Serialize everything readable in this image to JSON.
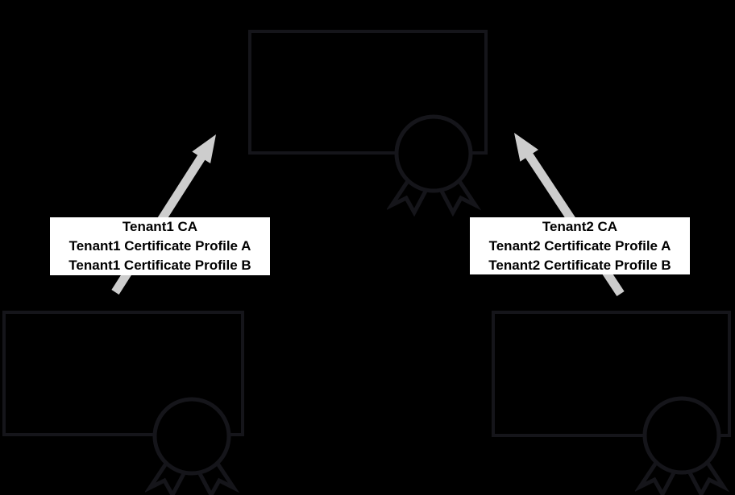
{
  "diagram": {
    "title": "Multi-tenant CA hierarchy diagram",
    "colors": {
      "background": "#000000",
      "node_stroke": "#15151a",
      "arrow": "#cdcdcd",
      "label_background": "#ffffff",
      "label_text": "#000000"
    },
    "nodes": {
      "root_certificate": {
        "name": "root-certificate-box",
        "text": ""
      },
      "tenant1_certificate": {
        "name": "tenant1-certificate-box",
        "text": ""
      },
      "tenant2_certificate": {
        "name": "tenant2-certificate-box",
        "text": ""
      }
    },
    "labels": {
      "tenant1": {
        "lines": [
          "Tenant1 CA",
          "Tenant1 Certificate Profile A",
          "Tenant1 Certificate Profile B"
        ]
      },
      "tenant2": {
        "lines": [
          "Tenant2 CA",
          "Tenant2 Certificate Profile A",
          "Tenant2 Certificate Profile B"
        ]
      }
    },
    "edges": [
      {
        "from": "tenant1_certificate",
        "to": "root_certificate"
      },
      {
        "from": "tenant2_certificate",
        "to": "root_certificate"
      }
    ]
  }
}
